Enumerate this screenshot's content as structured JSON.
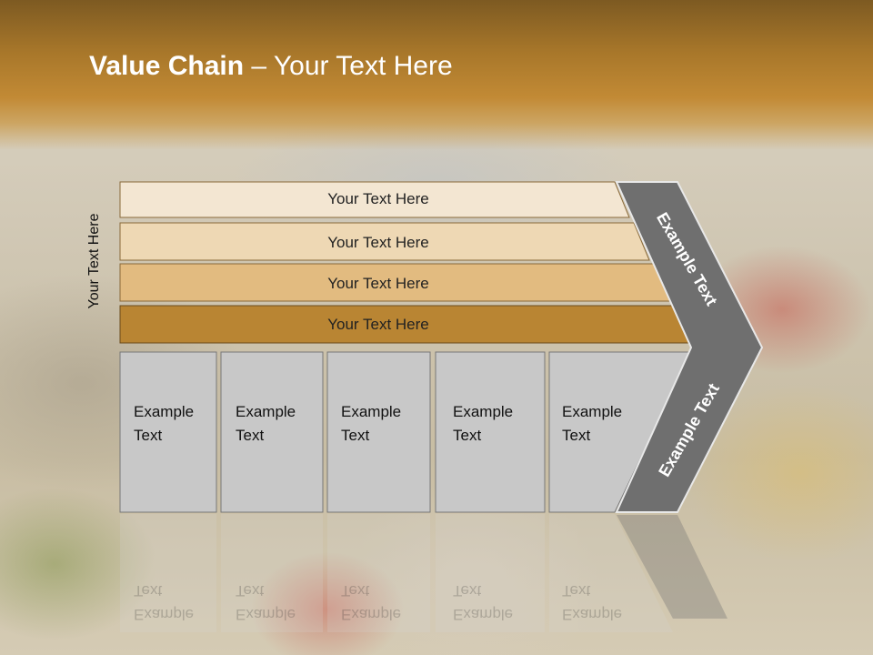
{
  "slide": {
    "title_bold": "Value Chain",
    "title_rest": " – Your Text Here",
    "side_label": "Your Text Here",
    "bars": [
      {
        "label": "Your Text Here",
        "color": "#f3e6d2"
      },
      {
        "label": "Your Text Here",
        "color": "#eed8b4"
      },
      {
        "label": "Your Text Here",
        "color": "#e2bb80"
      },
      {
        "label": "Your Text Here",
        "color": "#b98533"
      }
    ],
    "boxes": [
      {
        "line1": "Example",
        "line2": "Text"
      },
      {
        "line1": "Example",
        "line2": "Text"
      },
      {
        "line1": "Example",
        "line2": "Text"
      },
      {
        "line1": "Example",
        "line2": "Text"
      },
      {
        "line1": "Example",
        "line2": "Text"
      }
    ],
    "arrow_upper_label": "Example Text",
    "arrow_lower_label": "Example Text",
    "colors": {
      "header": "#b07f2f",
      "arrow": "#6f6f6f",
      "box": "#c8c8c8"
    }
  }
}
